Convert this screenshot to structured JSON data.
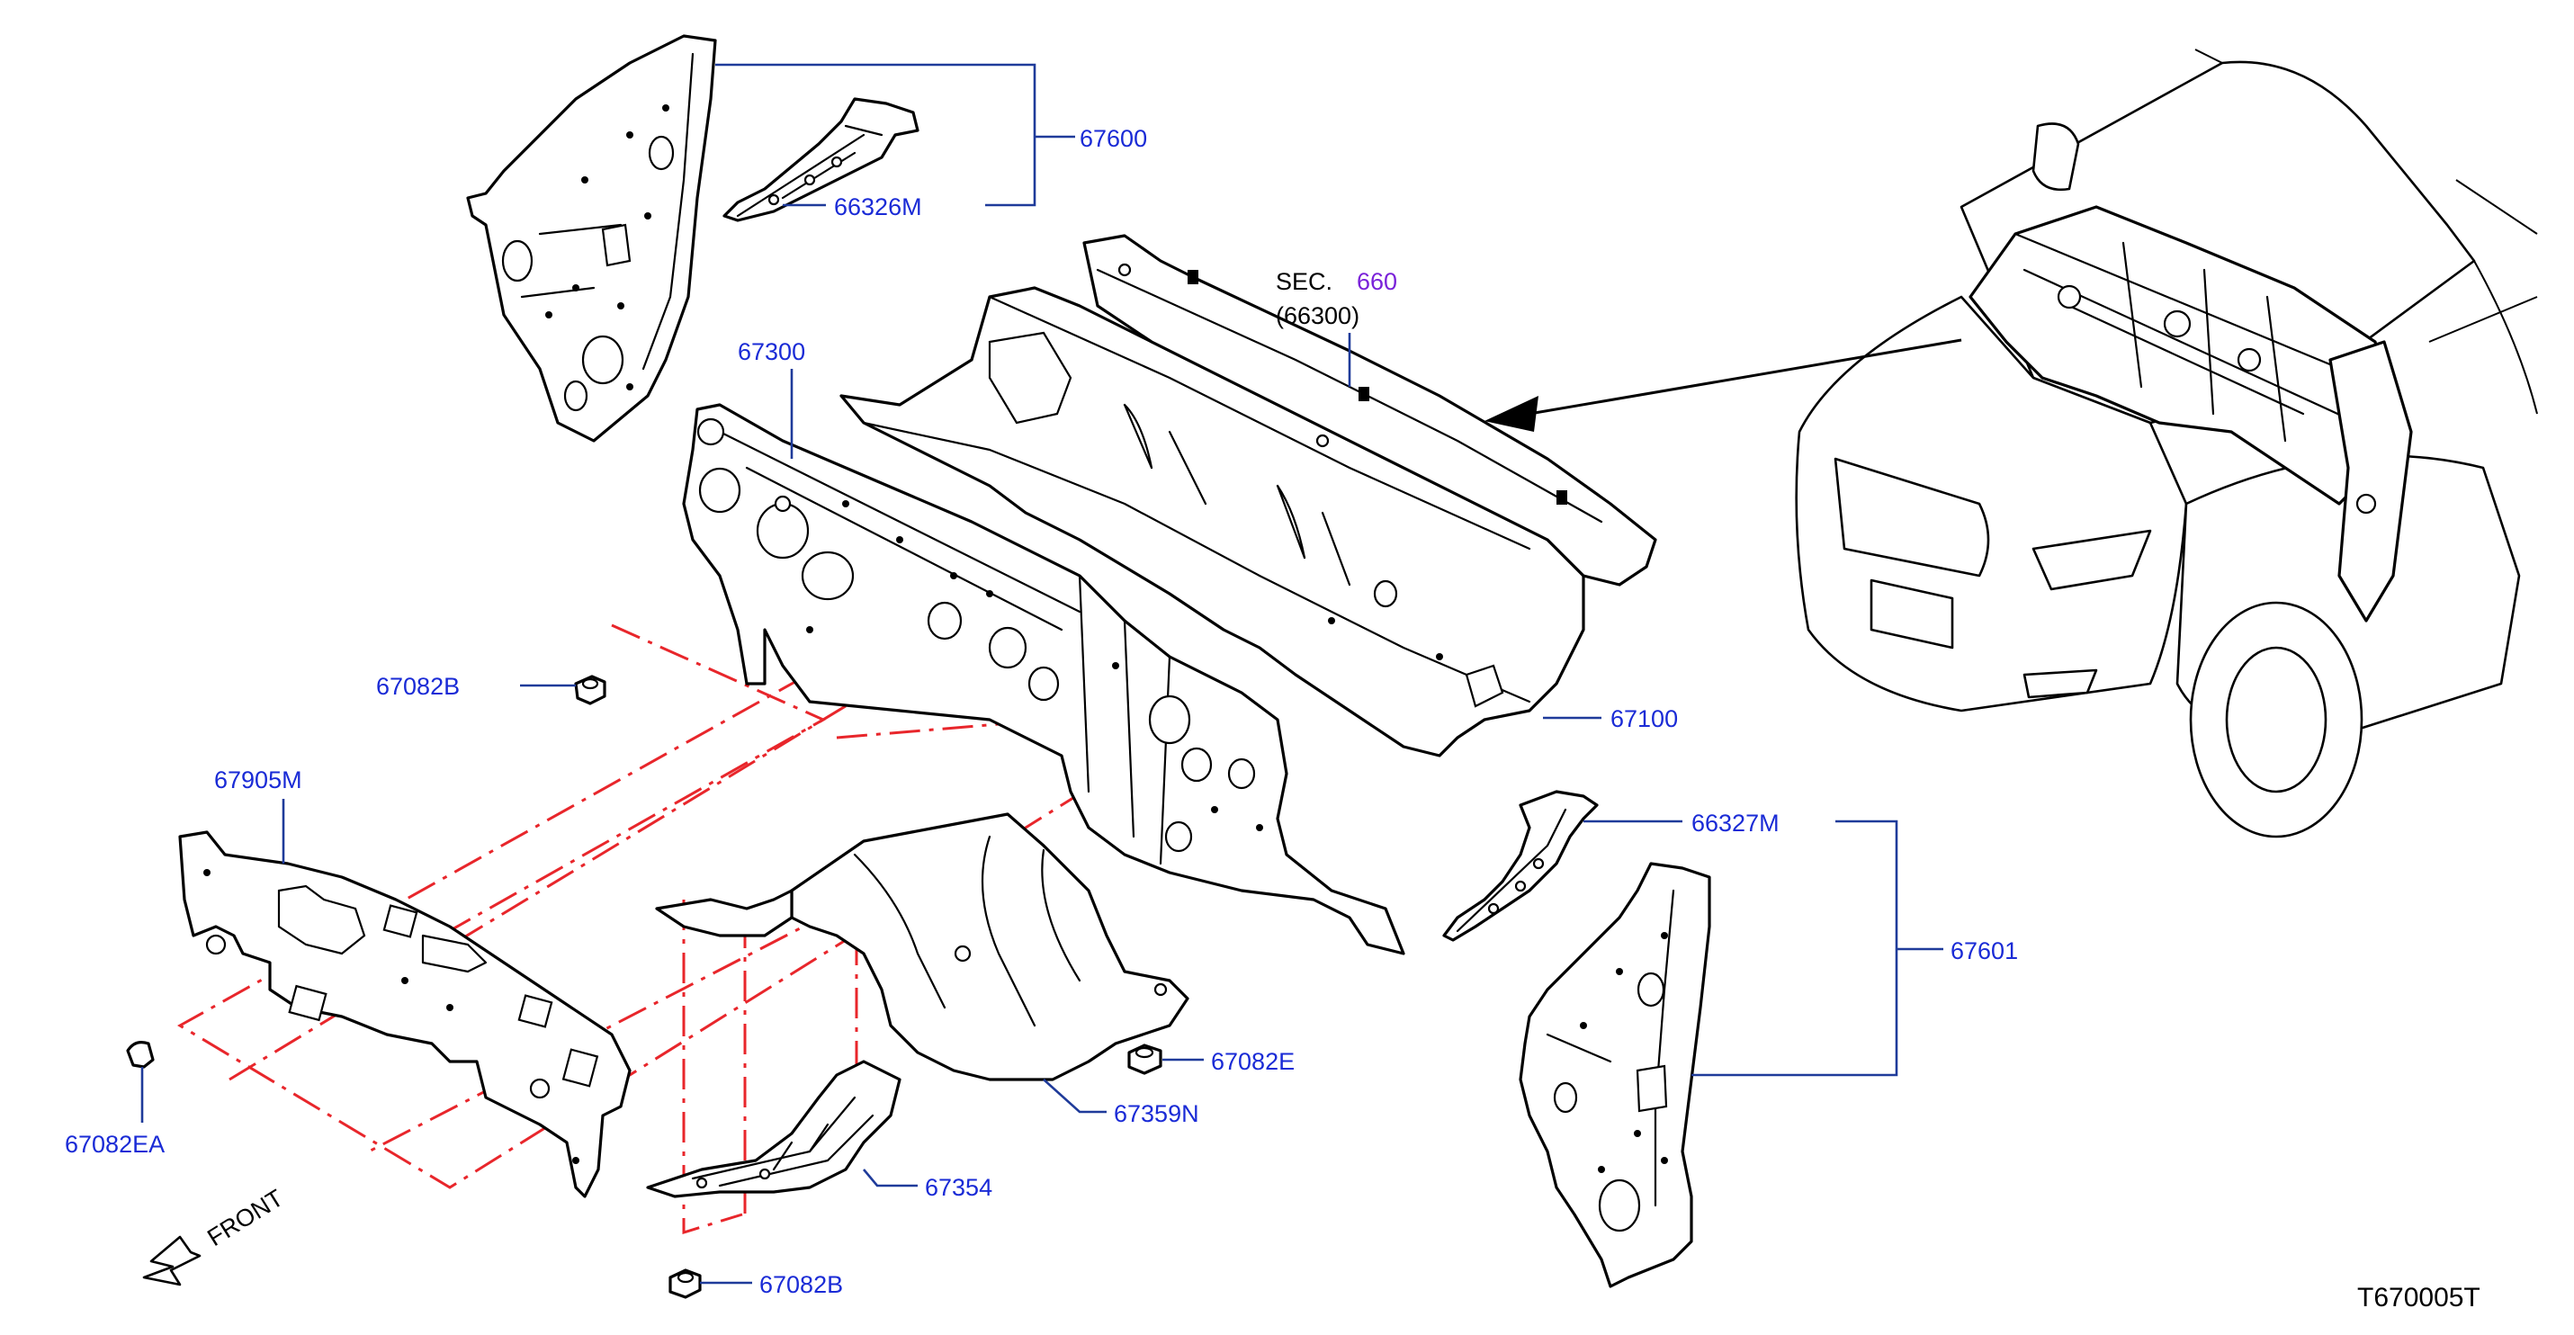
{
  "colors": {
    "label_blue": "#1a2bd6",
    "leader_blue": "#1f3b9a",
    "section_purple": "#7a22d9",
    "phantom_red": "#e8262b",
    "ink": "#000000"
  },
  "labels": {
    "p67600": "67600",
    "p66326M": "66326M",
    "p67300": "67300",
    "p67100": "67100",
    "p67082B_top": "67082B",
    "p67905M": "67905M",
    "p66327M": "66327M",
    "p67601": "67601",
    "p67082E": "67082E",
    "p67359N": "67359N",
    "p67354": "67354",
    "p67082B_bottom": "67082B",
    "p67082EA": "67082EA"
  },
  "section": {
    "prefix": "SEC.",
    "number": "660",
    "subpart": "(66300)"
  },
  "front_label": "FRONT",
  "diagram_code": "T670005T",
  "icons": {
    "front_arrow": "front-direction-arrow-icon"
  }
}
